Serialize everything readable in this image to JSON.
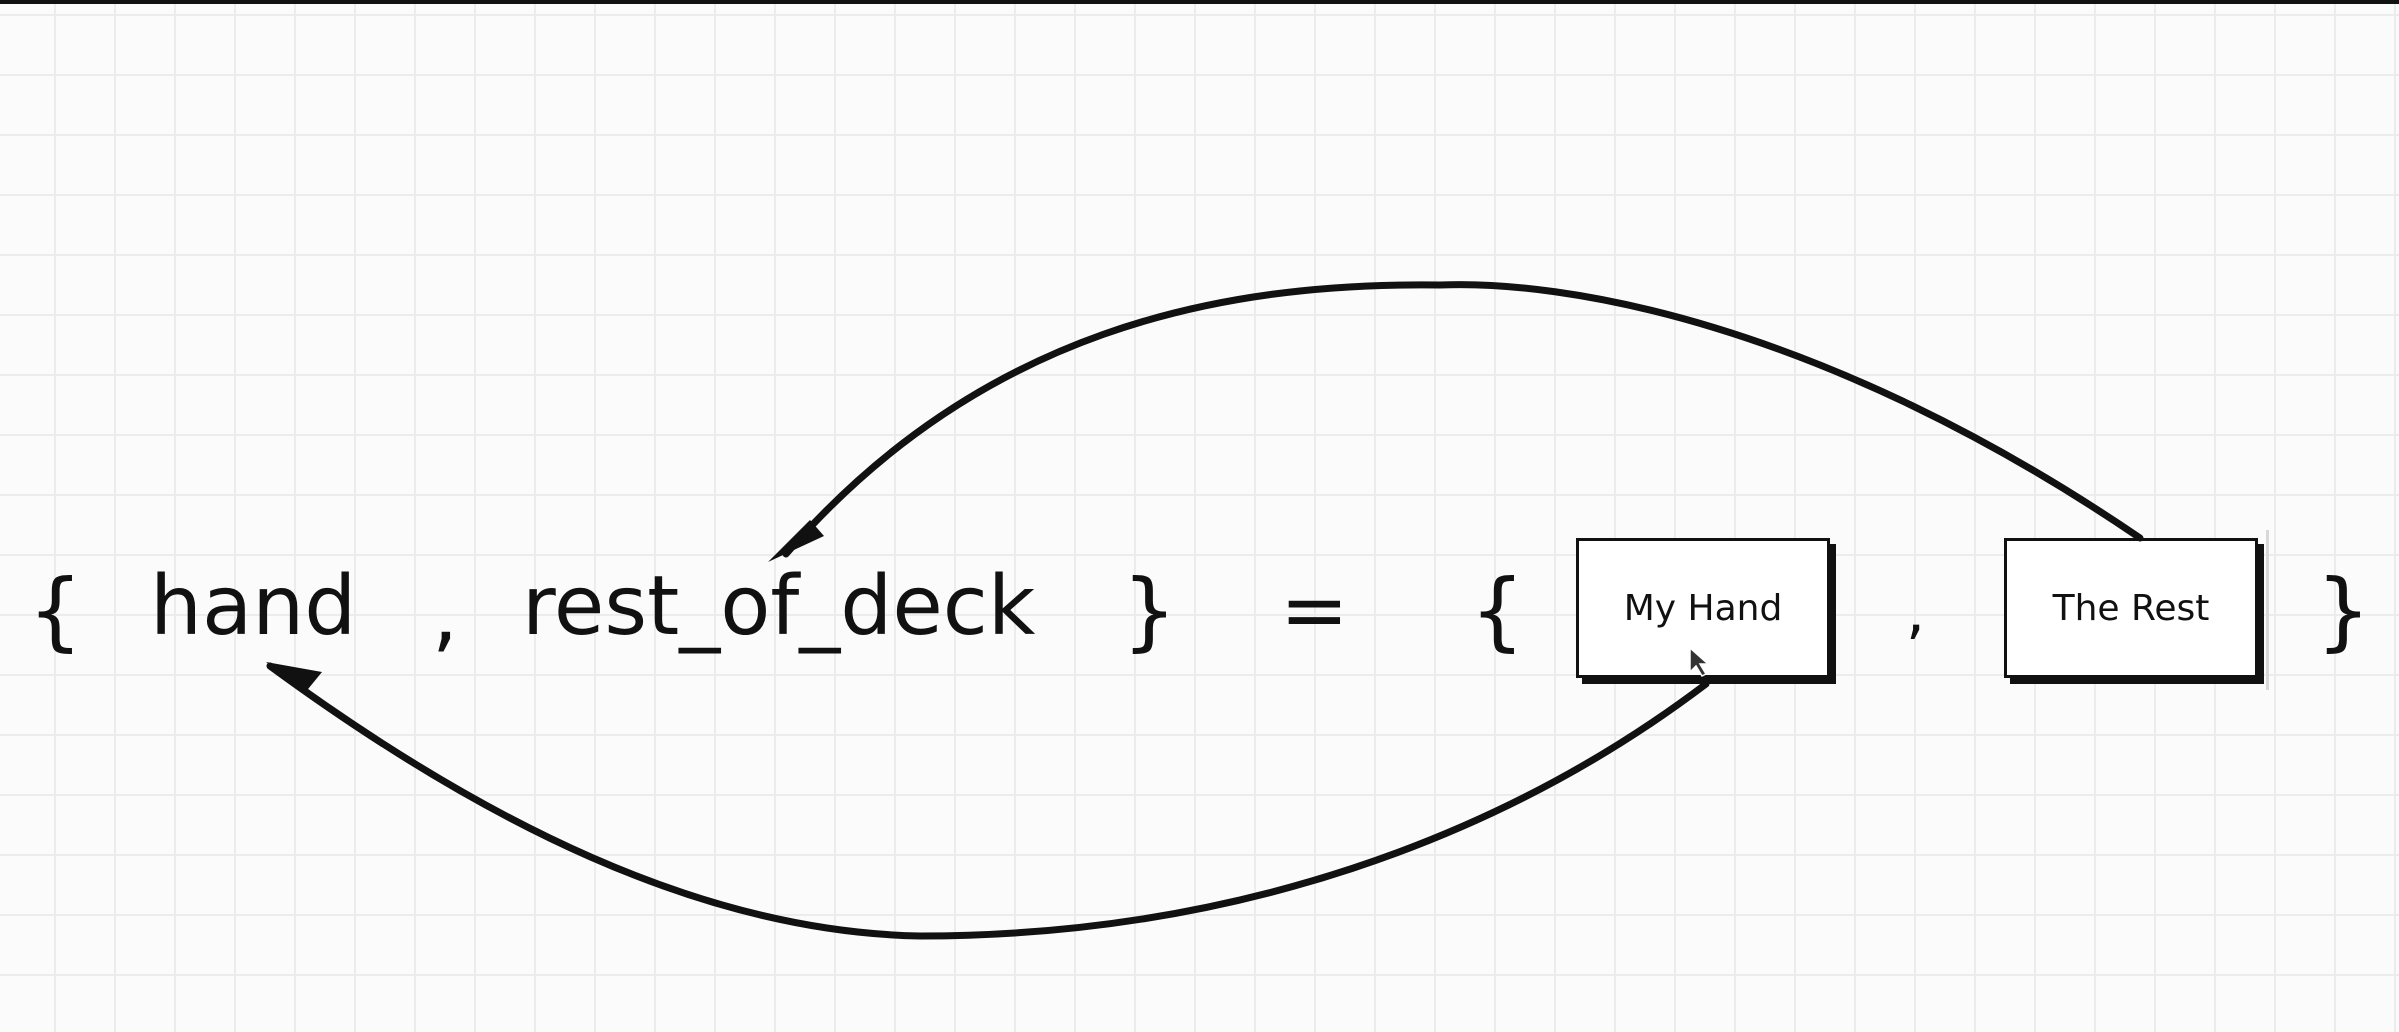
{
  "diagram": {
    "left_open_brace": "{",
    "left_var_1": "hand",
    "left_comma": ",",
    "left_var_2": "rest_of_deck",
    "left_close_brace": "}",
    "equals": "=",
    "right_open_brace": "{",
    "box_1_label": "My Hand",
    "right_comma": ",",
    "box_2_label": "The Rest",
    "right_close_brace": "}"
  },
  "colors": {
    "ink": "#111111",
    "grid": "#ececec",
    "background": "#fbfbfb"
  },
  "icons": [
    "cursor-icon",
    "arrow-head-icon"
  ]
}
